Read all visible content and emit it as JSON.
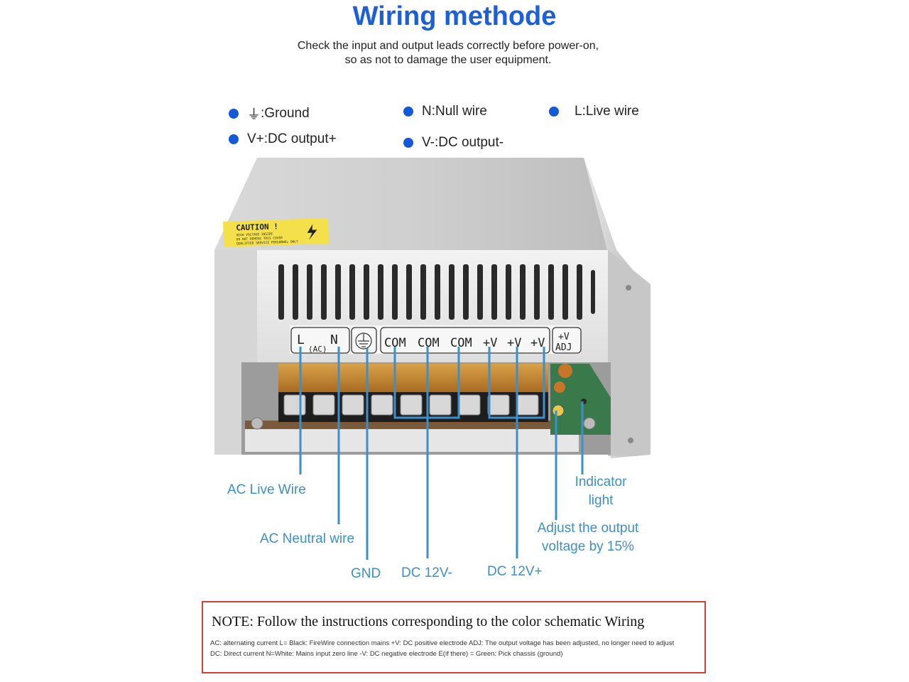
{
  "header": {
    "title": "Wiring methode",
    "subtitle_line1": "Check the input and output leads correctly before power-on,",
    "subtitle_line2": "so as not to damage the user equipment."
  },
  "legend": [
    {
      "symbol": "⏚",
      "text": ":Ground"
    },
    {
      "symbol": "",
      "text": "N:Null wire"
    },
    {
      "symbol": "",
      "text": "L:Live wire"
    },
    {
      "symbol": "",
      "text": "V+:DC output+"
    },
    {
      "symbol": "",
      "text": "V-:DC output-"
    }
  ],
  "device": {
    "caution_title": "CAUTION !",
    "caution_lines": [
      "HIGH VOLTAGE INSIDE",
      "DO NOT REMOVE THIS COVER",
      "QUALIFIED SERVICE PERSONNEL ONLY"
    ],
    "terminals": {
      "l": "L",
      "n": "N",
      "ac": "(AC)",
      "com1": "COM",
      "com2": "COM",
      "com3": "COM",
      "v1": "+V",
      "v2": "+V",
      "v3": "+V",
      "adj_top": "+V",
      "adj_bottom": "ADJ"
    }
  },
  "callouts": {
    "ac_live": "AC Live Wire",
    "ac_neutral": "AC Neutral wire",
    "gnd": "GND",
    "dc_minus": "DC 12V-",
    "dc_plus": "DC 12V+",
    "indicator_line1": "Indicator",
    "indicator_line2": "light",
    "adjust_line1": "Adjust the output",
    "adjust_line2": "voltage by 15%"
  },
  "note": {
    "title": "NOTE: Follow the instructions corresponding to the color schematic Wiring",
    "line1": "AC: alternating current     L= Black: FireWire connection mains  +V: DC positive electrode   ADJ: The output voltage has been adjusted, no longer need to adjust",
    "line2": "DC: Direct current          N=White: Mains input zero line       -V: DC negative electrode  E(if there) = Green: Pick chassis (ground)"
  },
  "colors": {
    "title": "#1d5fd6",
    "dot": "#1359d8",
    "callout_line": "#3d8fc8",
    "note_border": "#d04040",
    "chassis": "#c9c9c9"
  }
}
